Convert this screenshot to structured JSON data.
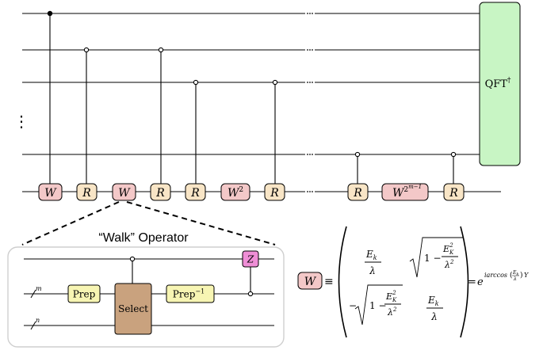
{
  "top_circuit": {
    "ellipsis_vertical": "⋮",
    "gate_W": "W",
    "gate_R": "R",
    "gate_W2_base": "W",
    "gate_W2_exp": "2",
    "gate_Wpow_base": "W",
    "gate_Wpow_exp": "2",
    "gate_Wpow_exp2": "m−1",
    "qft_base": "QFT",
    "qft_dagger": "†"
  },
  "walk_operator": {
    "title": "“Walk” Operator",
    "label_m": "m",
    "label_n": "n",
    "prep": "Prep",
    "select": "Select",
    "prep_inv_base": "Prep",
    "prep_inv_exp": "−1",
    "z_gate": "Z"
  },
  "matrix": {
    "w_box": "W",
    "equiv": "≡",
    "a11_num": "E",
    "a11_num_sub": "k",
    "a11_den": "λ",
    "a12_one": "1 −",
    "a12_num": "E",
    "a12_num_sub": "K",
    "a12_num_sup": "2",
    "a12_den": "λ",
    "a12_den_sup": "2",
    "a21_minus": "−",
    "a21_one": "1 −",
    "a21_num": "E",
    "a21_num_sub": "K",
    "a21_num_sup": "2",
    "a21_den": "λ",
    "a21_den_sup": "2",
    "a22_num": "E",
    "a22_num_sub": "k",
    "a22_den": "λ",
    "rhs_eq": "=",
    "rhs_e": "e",
    "rhs_exp_text": "iarccos",
    "rhs_exp_num": "E",
    "rhs_exp_num_sub": "k",
    "rhs_exp_den": "λ",
    "rhs_exp_tail": "Y"
  },
  "colors": {
    "w_fill": "#f3c8c8",
    "r_fill": "#f8e5c6",
    "prep_fill": "#f7f5b3",
    "select_fill": "#c9a27e",
    "z_fill": "#ef8ed6",
    "qft_fill": "#c8f5c4",
    "wire": "#000000"
  }
}
